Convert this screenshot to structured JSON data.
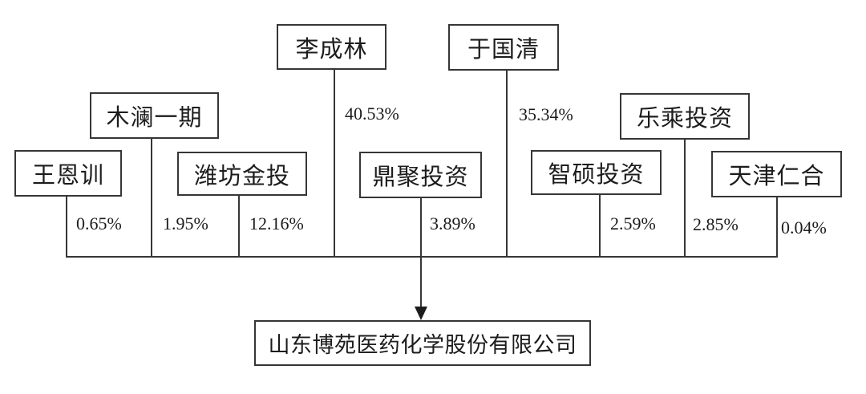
{
  "diagram": {
    "title_hint": "equity-structure-chart",
    "company": {
      "name": "山东博苑医药化学股份有限公司"
    },
    "shareholders": [
      {
        "name": "王恩训",
        "pct": "0.65%"
      },
      {
        "name": "木澜一期",
        "pct": "1.95%"
      },
      {
        "name": "潍坊金投",
        "pct": "12.16%"
      },
      {
        "name": "李成林",
        "pct": "40.53%"
      },
      {
        "name": "鼎聚投资",
        "pct": "3.89%"
      },
      {
        "name": "于国清",
        "pct": "35.34%"
      },
      {
        "name": "智硕投资",
        "pct": "2.59%"
      },
      {
        "name": "乐乘投资",
        "pct": "2.85%"
      },
      {
        "name": "天津仁合",
        "pct": "0.04%"
      }
    ],
    "line_color": "#363636"
  }
}
